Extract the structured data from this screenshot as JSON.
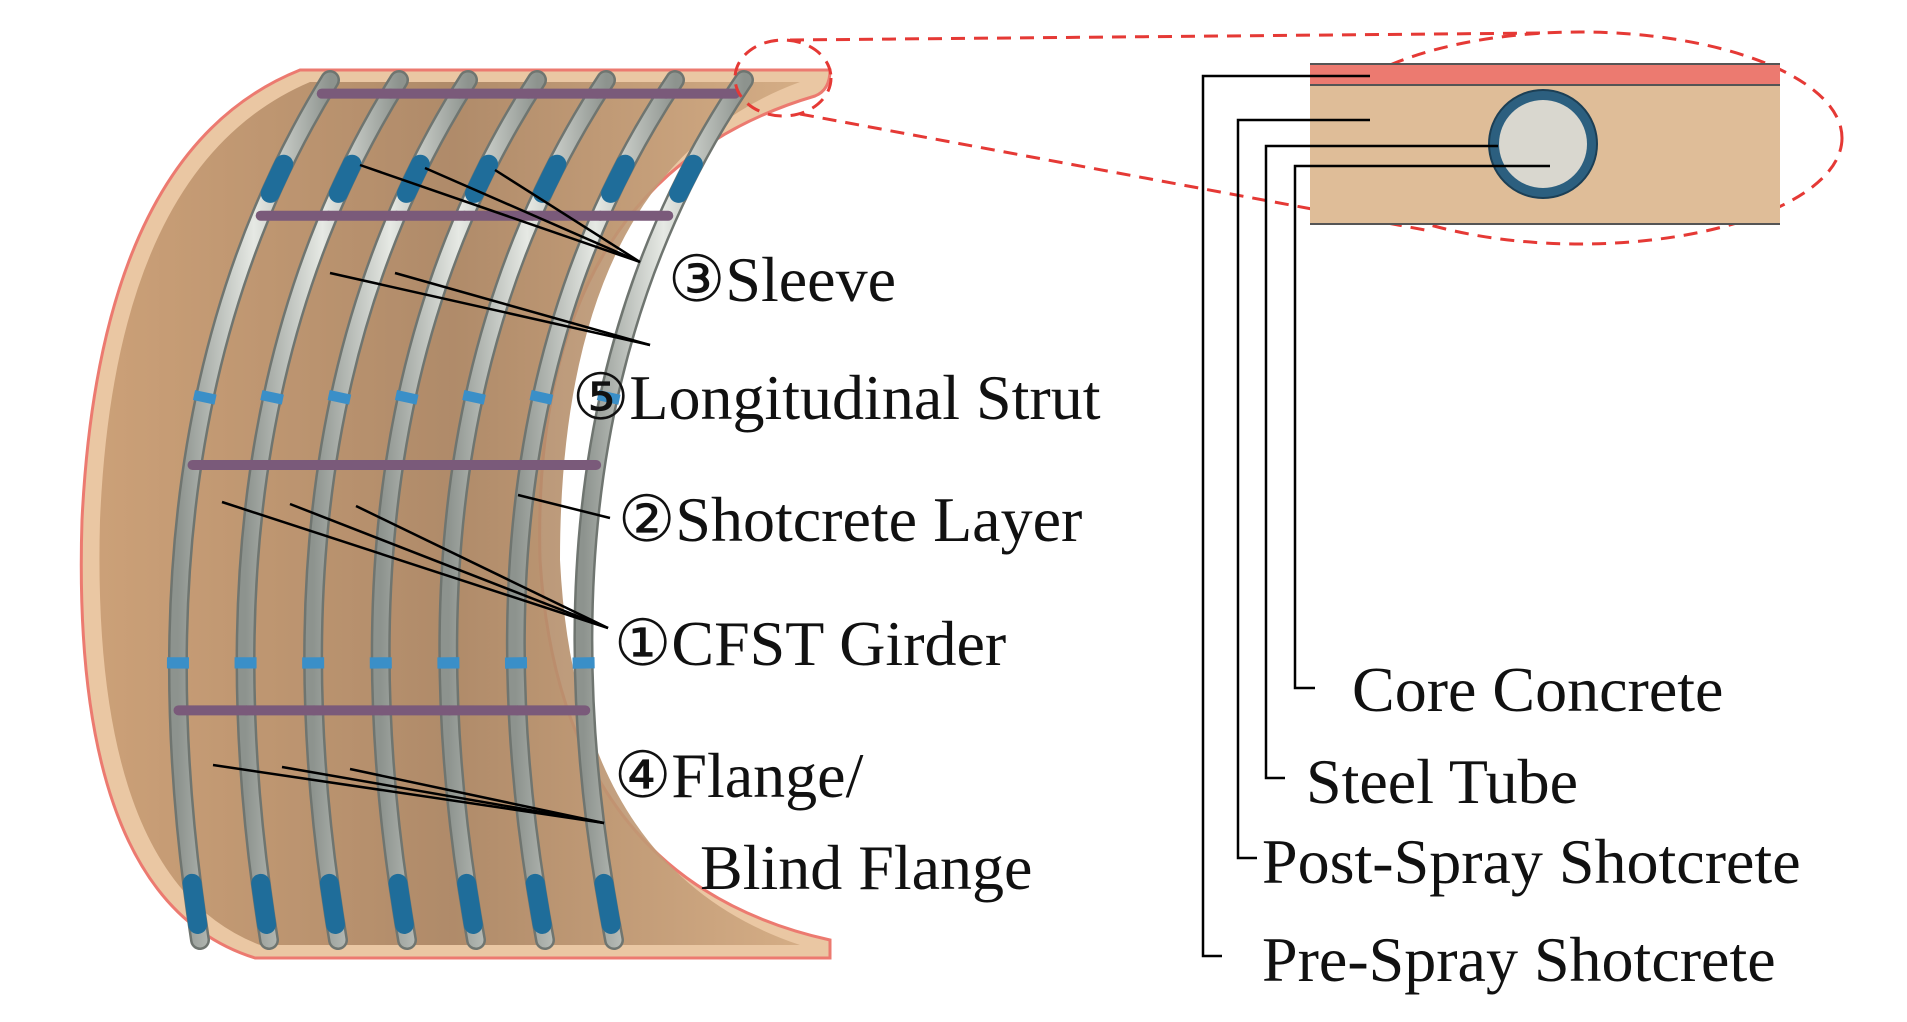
{
  "labels": {
    "sleeve": "③Sleeve",
    "strut": "⑤Longitudinal Strut",
    "shotcrete_layer": "②Shotcrete Layer",
    "cfst_girder": "①CFST Girder",
    "flange_line1": "④Flange/",
    "flange_line2": "Blind Flange"
  },
  "section_labels": {
    "core_concrete": "Core Concrete",
    "steel_tube": "Steel Tube",
    "post_spray": "Post-Spray Shotcrete",
    "pre_spray": "Pre-Spray Shotcrete"
  },
  "colors": {
    "shotcrete_fill": "#d9b68f",
    "shotcrete_dark": "#9b7a5c",
    "pre_spray_layer": "#ec7a70",
    "girder_tube": "#c9cdc8",
    "girder_outline": "#6f7570",
    "sleeve": "#1f6d9a",
    "flange": "#3a8fc8",
    "strut": "#7a5a7a",
    "callout_dash": "#e53935",
    "steel_tube": "#2c5f7f",
    "core_concrete": "#d9d7cf",
    "leader": "#000000"
  }
}
